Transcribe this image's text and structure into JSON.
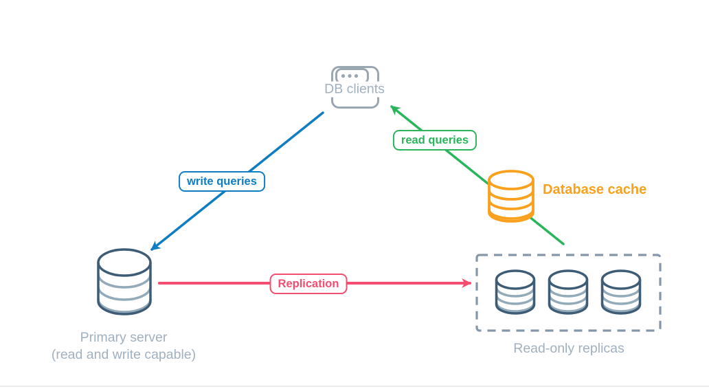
{
  "colors": {
    "blue": "#0e7dc2",
    "green": "#2bb55b",
    "pink": "#f54d70",
    "orange": "#f9a11c",
    "slate_dark": "#3f5c77",
    "slate_light": "#93aaba",
    "gray_text": "#a0b0bf",
    "icon_gray": "#9aa7b2",
    "dashed_border": "#8496a8"
  },
  "nodes": {
    "db_clients": {
      "label": "DB clients"
    },
    "primary_server": {
      "label": "Primary server",
      "sublabel": "(read and write capable)"
    },
    "read_replicas": {
      "label": "Read-only replicas"
    },
    "database_cache": {
      "label": "Database cache"
    }
  },
  "edges": {
    "write_queries": {
      "label": "write queries"
    },
    "read_queries": {
      "label": "read queries"
    },
    "replication": {
      "label": "Replication"
    }
  }
}
